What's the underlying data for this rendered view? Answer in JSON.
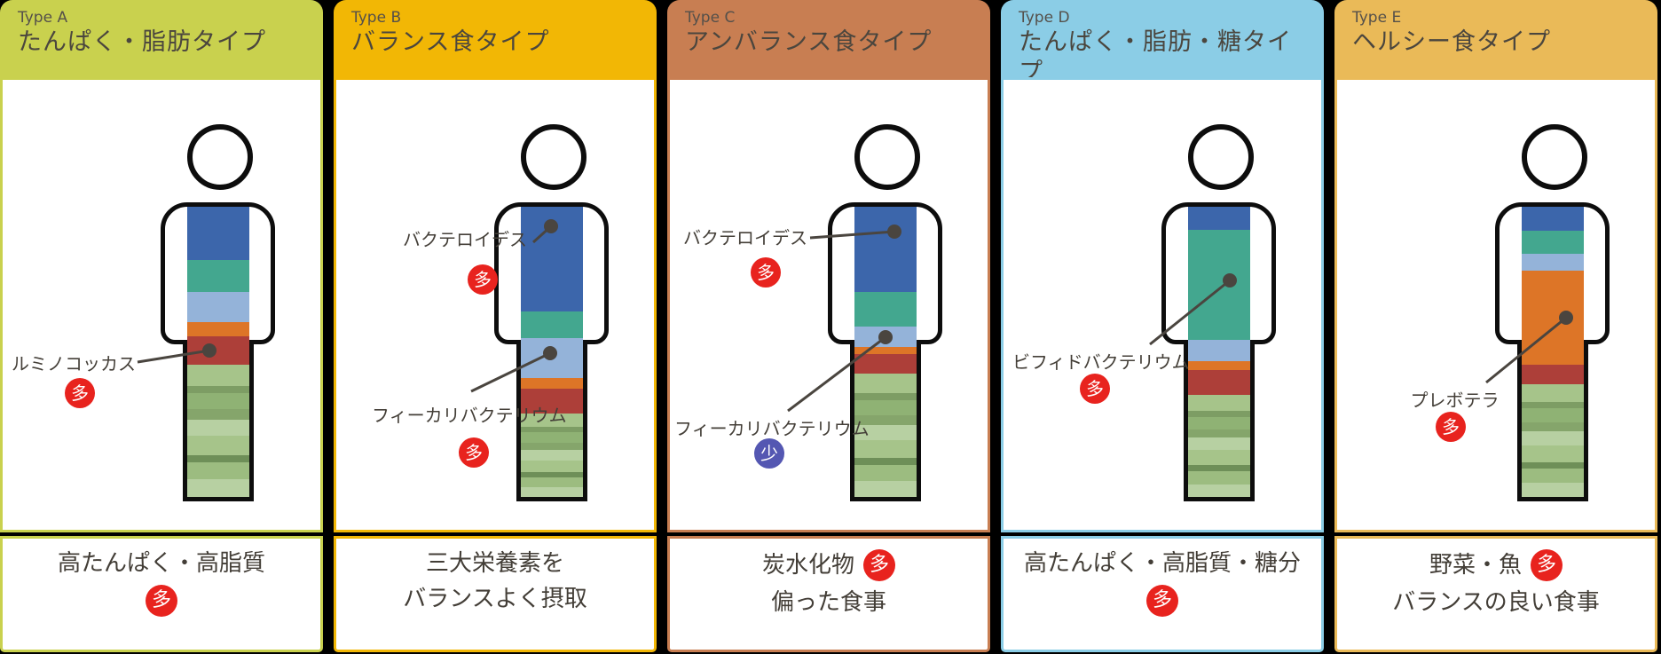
{
  "palette": {
    "background": "#000000",
    "card_background": "#ffffff",
    "outline": "#0d0d0d",
    "header_type_text": "#55504a",
    "header_title_text": "#4b463e",
    "body_text": "#443f38",
    "connector": "#4a453f",
    "badge_many_color": "#e8231e",
    "badge_few_color": "#5457b2"
  },
  "badge_legend": {
    "many": "多",
    "few": "少"
  },
  "band_legend": [
    {
      "color": "#3c66ab",
      "name": "バクテロイデス"
    },
    {
      "color": "#43a78f",
      "name": "ビフィドバクテリウム"
    },
    {
      "color": "#94b3d9",
      "name": "フィーカリバクテリウム"
    },
    {
      "color": "#dd7527",
      "name": "プレボテラ"
    },
    {
      "color": "#ad3f39",
      "name": "ルミノコッカス"
    }
  ],
  "cards": [
    {
      "type": "Type A",
      "title": "たんぱく・脂肪タイプ",
      "accent_color": "#c9d14e",
      "labels": [
        {
          "text": "ルミノコッカス",
          "badge": {
            "text": "多",
            "color": "#e8231e"
          }
        }
      ],
      "bands": [
        {
          "color": "#3c66ab",
          "height": 60
        },
        {
          "color": "#43a78f",
          "height": 36
        },
        {
          "color": "#94b3d9",
          "height": 34
        },
        {
          "color": "#dd7527",
          "height": 16
        },
        {
          "color": "#ad3f39",
          "height": 32
        },
        {
          "color": "#a6c48a",
          "height": 24
        },
        {
          "color": "#7d9d64",
          "height": 8
        },
        {
          "color": "#8fb274",
          "height": 18
        },
        {
          "color": "#85a56b",
          "height": 12
        },
        {
          "color": "#b7d0a2",
          "height": 18
        },
        {
          "color": "#a6c48a",
          "height": 22
        },
        {
          "color": "#6e8f58",
          "height": 8
        },
        {
          "color": "#9cbc80",
          "height": 19
        },
        {
          "color": "#b7d0a2",
          "height": 20
        }
      ],
      "footer_lines": [
        {
          "text": "高たんぱく・高脂質"
        },
        {
          "badge": {
            "text": "多",
            "color": "#e8231e"
          }
        }
      ]
    },
    {
      "type": "Type B",
      "title": "バランス食タイプ",
      "accent_color": "#f2b705",
      "labels": [
        {
          "text": "バクテロイデス",
          "badge": {
            "text": "多",
            "color": "#e8231e"
          }
        },
        {
          "text": "フィーカリバクテリウム",
          "badge": {
            "text": "多",
            "color": "#e8231e"
          }
        }
      ],
      "bands": [
        {
          "color": "#3c66ab",
          "height": 118
        },
        {
          "color": "#43a78f",
          "height": 30
        },
        {
          "color": "#94b3d9",
          "height": 45
        },
        {
          "color": "#dd7527",
          "height": 12
        },
        {
          "color": "#ad3f39",
          "height": 28
        },
        {
          "color": "#a6c48a",
          "height": 15
        },
        {
          "color": "#7d9d64",
          "height": 6
        },
        {
          "color": "#8fb274",
          "height": 12
        },
        {
          "color": "#85a56b",
          "height": 8
        },
        {
          "color": "#b7d0a2",
          "height": 12
        },
        {
          "color": "#a6c48a",
          "height": 13
        },
        {
          "color": "#6e8f58",
          "height": 6
        },
        {
          "color": "#9cbc80",
          "height": 11
        },
        {
          "color": "#b7d0a2",
          "height": 11
        }
      ],
      "footer_lines": [
        {
          "text": "三大栄養素を"
        },
        {
          "text": "バランスよく摂取"
        }
      ]
    },
    {
      "type": "Type C",
      "title": "アンバランス食タイプ",
      "accent_color": "#c87e52",
      "labels": [
        {
          "text": "バクテロイデス",
          "badge": {
            "text": "多",
            "color": "#e8231e"
          }
        },
        {
          "text": "フィーカリバクテリウム",
          "badge": {
            "text": "少",
            "color": "#5457b2"
          }
        }
      ],
      "bands": [
        {
          "color": "#3c66ab",
          "height": 96
        },
        {
          "color": "#43a78f",
          "height": 39
        },
        {
          "color": "#94b3d9",
          "height": 23
        },
        {
          "color": "#dd7527",
          "height": 8
        },
        {
          "color": "#ad3f39",
          "height": 22
        },
        {
          "color": "#a6c48a",
          "height": 22
        },
        {
          "color": "#7d9d64",
          "height": 8
        },
        {
          "color": "#8fb274",
          "height": 17
        },
        {
          "color": "#85a56b",
          "height": 11
        },
        {
          "color": "#b7d0a2",
          "height": 17
        },
        {
          "color": "#a6c48a",
          "height": 20
        },
        {
          "color": "#6e8f58",
          "height": 8
        },
        {
          "color": "#9cbc80",
          "height": 18
        },
        {
          "color": "#b7d0a2",
          "height": 18
        }
      ],
      "footer_lines": [
        {
          "text": "炭水化物",
          "badge": {
            "text": "多",
            "color": "#e8231e"
          }
        },
        {
          "text": "偏った食事"
        }
      ]
    },
    {
      "type": "Type D",
      "title": "たんぱく・脂肪・糖タイプ",
      "accent_color": "#8bcde6",
      "labels": [
        {
          "text": "ビフィドバクテリウム",
          "badge": {
            "text": "多",
            "color": "#e8231e"
          }
        }
      ],
      "bands": [
        {
          "color": "#3c66ab",
          "height": 26
        },
        {
          "color": "#43a78f",
          "height": 124
        },
        {
          "color": "#94b3d9",
          "height": 24
        },
        {
          "color": "#dd7527",
          "height": 10
        },
        {
          "color": "#ad3f39",
          "height": 28
        },
        {
          "color": "#a6c48a",
          "height": 18
        },
        {
          "color": "#7d9d64",
          "height": 7
        },
        {
          "color": "#8fb274",
          "height": 14
        },
        {
          "color": "#85a56b",
          "height": 9
        },
        {
          "color": "#b7d0a2",
          "height": 14
        },
        {
          "color": "#a6c48a",
          "height": 17
        },
        {
          "color": "#6e8f58",
          "height": 7
        },
        {
          "color": "#9cbc80",
          "height": 15
        },
        {
          "color": "#b7d0a2",
          "height": 14
        }
      ],
      "footer_lines": [
        {
          "text": "高たんぱく・高脂質・糖分"
        },
        {
          "badge": {
            "text": "多",
            "color": "#e8231e"
          }
        }
      ]
    },
    {
      "type": "Type E",
      "title": "ヘルシー食タイプ",
      "accent_color": "#eaba58",
      "labels": [
        {
          "text": "プレボテラ",
          "badge": {
            "text": "多",
            "color": "#e8231e"
          }
        }
      ],
      "bands": [
        {
          "color": "#3c66ab",
          "height": 27
        },
        {
          "color": "#43a78f",
          "height": 26
        },
        {
          "color": "#94b3d9",
          "height": 19
        },
        {
          "color": "#dd7527",
          "height": 106
        },
        {
          "color": "#ad3f39",
          "height": 22
        },
        {
          "color": "#a6c48a",
          "height": 20
        },
        {
          "color": "#7d9d64",
          "height": 7
        },
        {
          "color": "#8fb274",
          "height": 16
        },
        {
          "color": "#85a56b",
          "height": 10
        },
        {
          "color": "#b7d0a2",
          "height": 16
        },
        {
          "color": "#a6c48a",
          "height": 19
        },
        {
          "color": "#6e8f58",
          "height": 7
        },
        {
          "color": "#9cbc80",
          "height": 16
        },
        {
          "color": "#b7d0a2",
          "height": 16
        }
      ],
      "footer_lines": [
        {
          "text": "野菜・魚",
          "badge": {
            "text": "多",
            "color": "#e8231e"
          }
        },
        {
          "text": "バランスの良い食事"
        }
      ]
    }
  ]
}
